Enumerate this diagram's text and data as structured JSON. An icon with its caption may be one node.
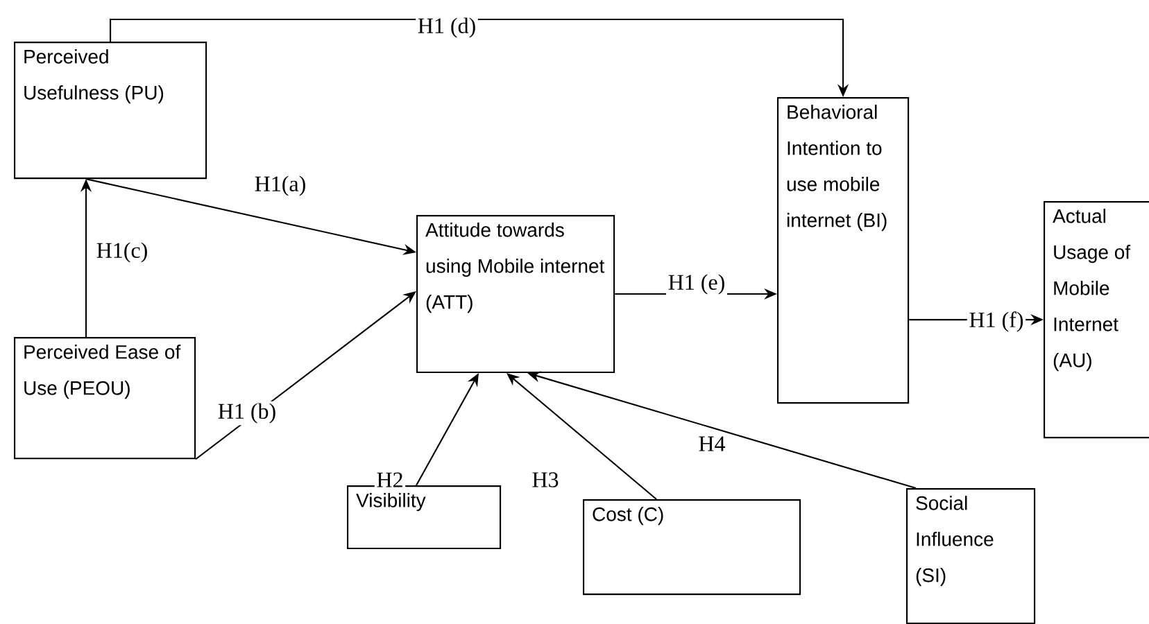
{
  "diagram": {
    "nodes": [
      {
        "text": [
          "Perceived Usefulness (PU)"
        ]
      },
      {
        "text": [
          "Perceived Ease of Use (PEOU)"
        ]
      },
      {
        "text": [
          "Attitude towards using Mobile internet (ATT)"
        ]
      },
      {
        "text": [
          "Behavioral Intention to use mobile internet (BI)"
        ]
      },
      {
        "text": [
          "Actual Usage of Mobile Internet (AU)"
        ]
      },
      {
        "text": [
          "Visibility"
        ]
      },
      {
        "text": [
          "Cost (C)"
        ]
      },
      {
        "text": [
          "Social Influence (SI)"
        ]
      }
    ],
    "edges": [
      {
        "from": 0,
        "to": 3,
        "arrow": "to",
        "label": "H1 (d)"
      },
      {
        "from": 0,
        "to": 2,
        "arrow": "to",
        "label": "H1(a)"
      },
      {
        "from": 1,
        "to": 0,
        "arrow": "to",
        "label": "H1(c)"
      },
      {
        "from": 1,
        "to": 2,
        "arrow": "to",
        "label": "H1 (b)"
      },
      {
        "from": 2,
        "to": 3,
        "arrow": "to",
        "label": "H1 (e)"
      },
      {
        "from": 3,
        "to": 4,
        "arrow": "to",
        "label": "H1 (f)"
      },
      {
        "from": 5,
        "to": 2,
        "arrow": "to",
        "label": "H2"
      },
      {
        "from": 6,
        "to": 2,
        "arrow": "to",
        "label": "H3"
      },
      {
        "from": 7,
        "to": 2,
        "arrow": "to",
        "label": "H4"
      }
    ]
  }
}
